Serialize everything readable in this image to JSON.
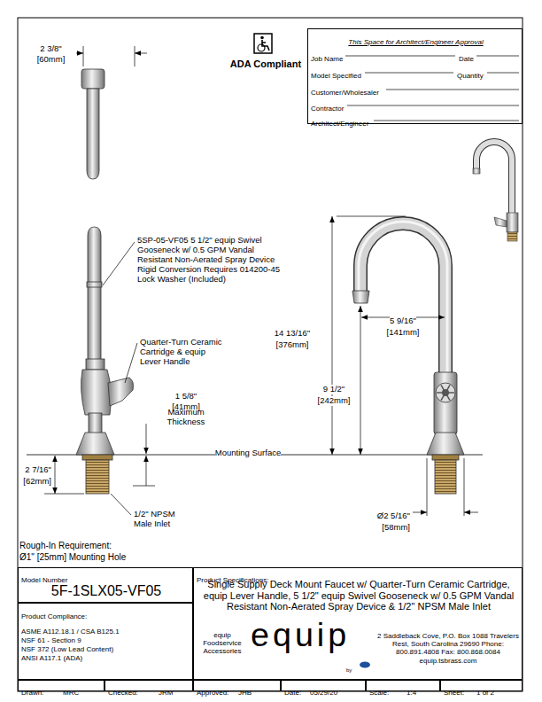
{
  "diagram": {
    "nodes": [
      {
        "text": [
          "This Space for Architect/Engineer Approval",
          "Job Name",
          "Date",
          "Model Specified",
          "Quantity",
          "Customer/Wholesaler",
          "Contractor",
          "Architect/Engineer"
        ]
      },
      {
        "text": [
          "Model Number",
          "5F-1SLX05-VF05"
        ]
      },
      {
        "text": [
          "Product Compliance:",
          "ASME A112.18.1 / CSA B125.1",
          "NSF 61 - Section 9",
          "NSF 372 (Low Lead Content)",
          "ANSI A117.1 (ADA)"
        ]
      },
      {
        "text": [
          "Product Specifications:",
          "Single Supply Deck Mount Faucet w/ Quarter-Turn Ceramic Cartridge, equip Lever Handle, 5 1/2\" equip Swivel Gooseneck w/ 0.5 GPM Vandal Resistant Non-Aerated Spray Device & 1/2\" NPSM Male Inlet"
        ]
      },
      {
        "text": [
          "Drawn:",
          "MRC"
        ]
      },
      {
        "text": [
          "Checked:",
          "JRM"
        ]
      },
      {
        "text": [
          "Approved:",
          "JHB"
        ]
      },
      {
        "text": [
          "Date:",
          "05/29/20"
        ]
      },
      {
        "text": [
          "Scale:",
          "1:4"
        ]
      },
      {
        "text": [
          "Sheet:",
          "1 of 2"
        ]
      }
    ],
    "labels": [
      "2 3/8\"",
      "[60mm]",
      "ADA Compliant",
      "5SP-05-VF05 5 1/2\" equip Swivel Gooseneck w/ 0.5 GPM Vandal Resistant Non-Aerated Spray Device Rigid Conversion Requires 014200-45 Lock Washer (Included)",
      "Quarter-Turn Ceramic Cartridge & equip Lever Handle",
      "1 5/8\"",
      "[41mm]",
      "Maximum Thickness",
      "14 13/16\"",
      "[376mm]",
      "9 1/2\"",
      "[242mm]",
      "5 9/16\"",
      "[141mm]",
      "Mounting Surface",
      "2 7/16\"",
      "[62mm]",
      "1/2\" NPSM Male Inlet",
      "Ø2 5/16\"",
      "[58mm]",
      "Rough-In Requirement:",
      "Ø1\" [25mm] Mounting Hole",
      "equip Foodservice Accessories",
      "equip",
      "by",
      "2 Saddleback Cove, P.O. Box 1088 Travelers Rest, South Carolina 29690 Phone: 800.891.4808 Fax: 800.868.0084 equip.tsbrass.com"
    ]
  }
}
